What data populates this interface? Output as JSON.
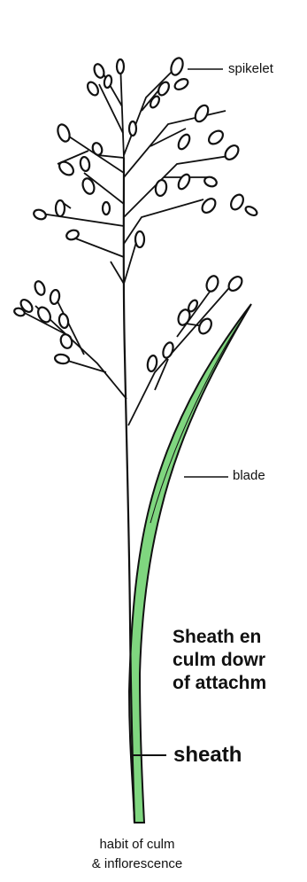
{
  "labels": {
    "spikelet": "spikelet",
    "blade": "blade",
    "sheath": "sheath"
  },
  "note": {
    "line1": "Sheath en",
    "line2": "culm dowr",
    "line3": "of attachm"
  },
  "caption": {
    "line1": "habit of culm",
    "line2": "& inflorescence"
  },
  "colors": {
    "leaf_fill": "#7fd67f",
    "ink": "#111111",
    "background": "#ffffff"
  }
}
